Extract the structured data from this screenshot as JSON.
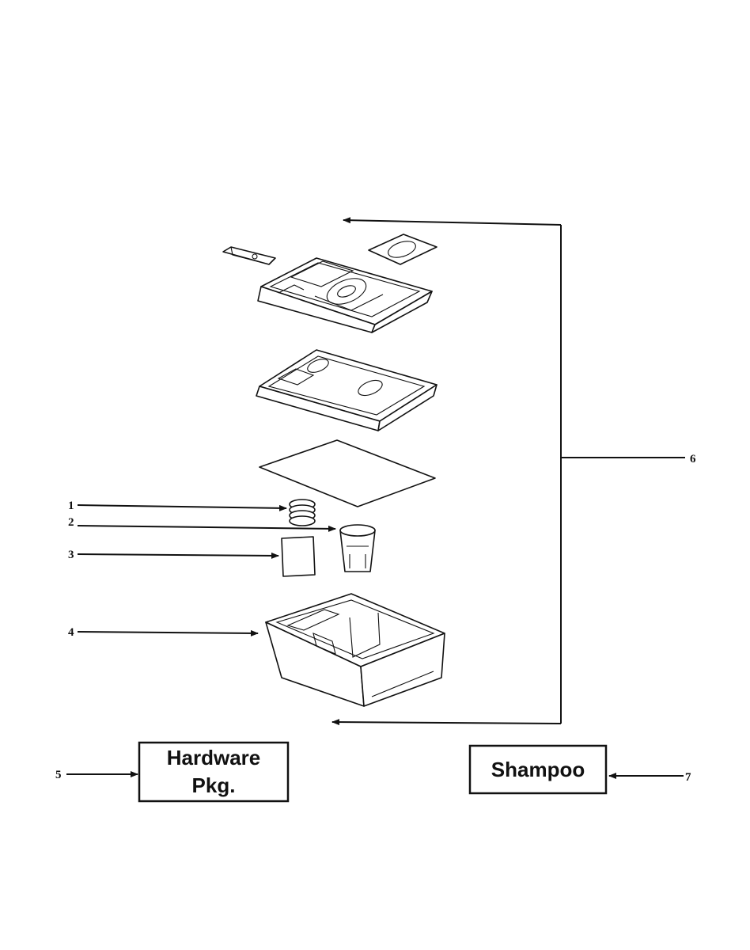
{
  "callouts": {
    "c1": "1",
    "c2": "2",
    "c3": "3",
    "c4": "4",
    "c5": "5",
    "c6": "6",
    "c7": "7"
  },
  "boxes": {
    "hardware_line1": "Hardware",
    "hardware_line2": "Pkg.",
    "shampoo": "Shampoo"
  },
  "colors": {
    "ink": "#111111",
    "paper": "#ffffff"
  }
}
